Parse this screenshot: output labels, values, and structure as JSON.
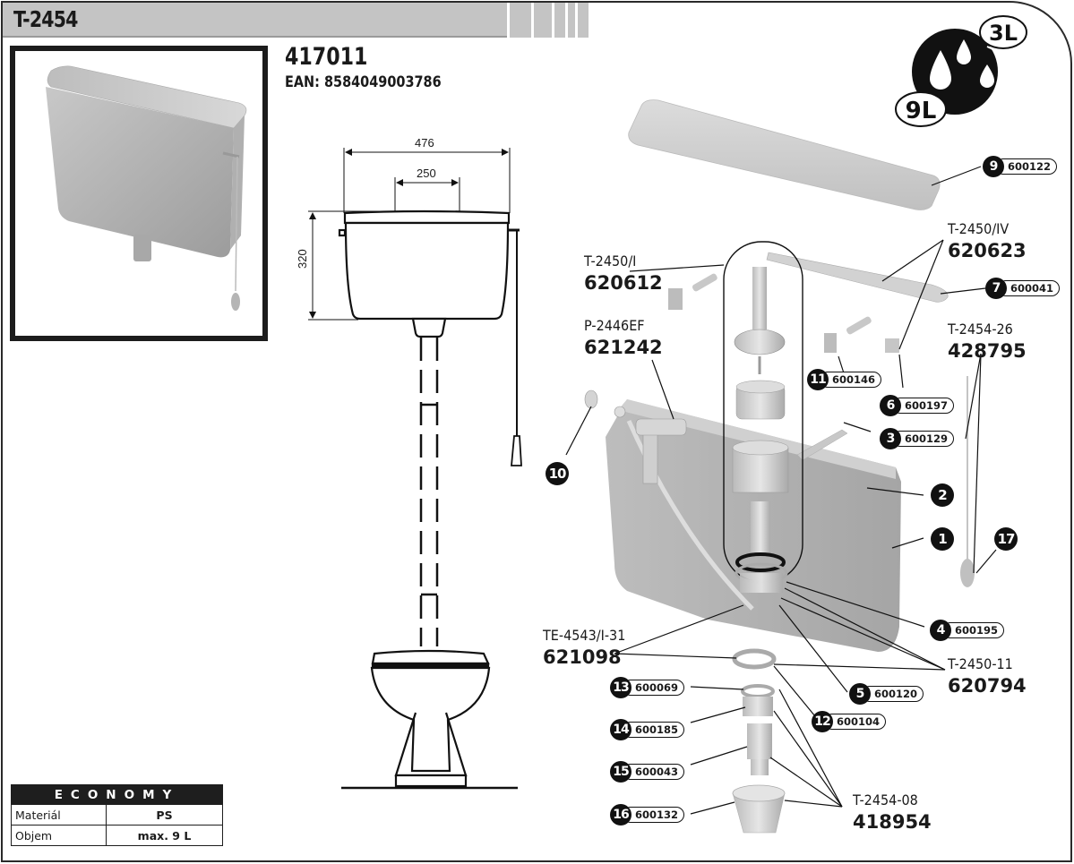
{
  "header": {
    "title": "T-2454"
  },
  "product": {
    "code": "417011",
    "ean": "EAN: 8584049003786"
  },
  "flush_icon": {
    "icon": "dual-flush-drops-icon",
    "small_volume": "3L",
    "large_volume": "9L"
  },
  "dimensions": {
    "width_total": "476",
    "hole_spacing": "250",
    "height": "320"
  },
  "assemblies": [
    {
      "id": "t2450-i",
      "name": "T-2450/I",
      "code": "620612"
    },
    {
      "id": "p2446ef",
      "name": "P-2446EF",
      "code": "621242"
    },
    {
      "id": "t2450-iv",
      "name": "T-2450/IV",
      "code": "620623"
    },
    {
      "id": "t2454-26",
      "name": "T-2454-26",
      "code": "428795"
    },
    {
      "id": "te4543",
      "name": "TE-4543/I-31",
      "code": "621098"
    },
    {
      "id": "t2450-11",
      "name": "T-2450-11",
      "code": "620794"
    },
    {
      "id": "t2454-08",
      "name": "T-2454-08",
      "code": "418954"
    }
  ],
  "parts": [
    {
      "num": "9",
      "code": "600122"
    },
    {
      "num": "7",
      "code": "600041"
    },
    {
      "num": "11",
      "code": "600146"
    },
    {
      "num": "6",
      "code": "600197"
    },
    {
      "num": "3",
      "code": "600129"
    },
    {
      "num": "4",
      "code": "600195"
    },
    {
      "num": "5",
      "code": "600120"
    },
    {
      "num": "12",
      "code": "600104"
    },
    {
      "num": "13",
      "code": "600069"
    },
    {
      "num": "14",
      "code": "600185"
    },
    {
      "num": "15",
      "code": "600043"
    },
    {
      "num": "16",
      "code": "600132"
    }
  ],
  "badges": [
    {
      "num": "10"
    },
    {
      "num": "2"
    },
    {
      "num": "1"
    },
    {
      "num": "17"
    }
  ],
  "spec_table": {
    "title": "ECONOMY",
    "rows": [
      {
        "label": "Materiál",
        "value": "PS"
      },
      {
        "label": "Objem",
        "value": "max. 9 L"
      }
    ]
  }
}
